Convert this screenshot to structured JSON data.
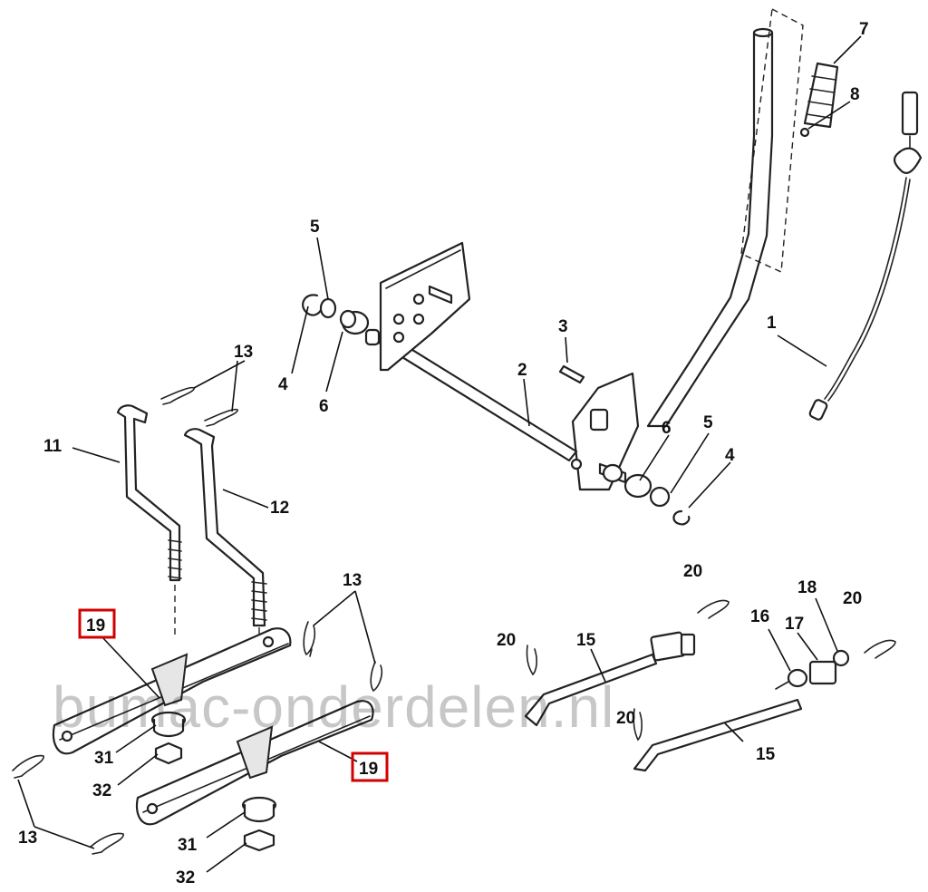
{
  "callouts": {
    "c1": "1",
    "c2": "2",
    "c3": "3",
    "c4a": "4",
    "c4b": "4",
    "c5a": "5",
    "c5b": "5",
    "c6a": "6",
    "c6b": "6",
    "c7": "7",
    "c8": "8",
    "c11": "11",
    "c12": "12",
    "c13a": "13",
    "c13b": "13",
    "c13c": "13",
    "c15a": "15",
    "c15b": "15",
    "c16": "16",
    "c17": "17",
    "c18": "18",
    "c19a": "19",
    "c19b": "19",
    "c20a": "20",
    "c20b": "20",
    "c20c": "20",
    "c20d": "20",
    "c31a": "31",
    "c31b": "31",
    "c32a": "32",
    "c32b": "32"
  },
  "highlight_color": "#d40000",
  "watermark": "bumac-onderdelen.nl"
}
